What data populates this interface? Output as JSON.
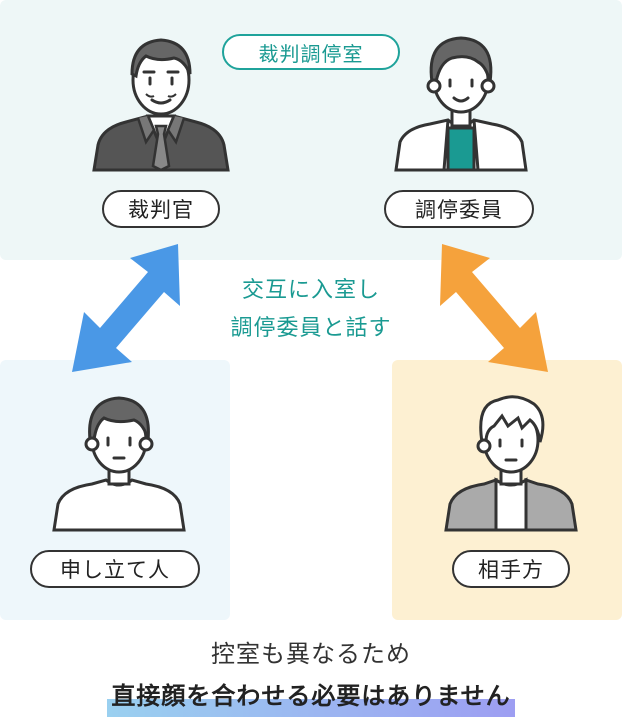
{
  "room": {
    "label": "裁判調停室"
  },
  "people": {
    "judge": "裁判官",
    "mediator": "調停委員",
    "petitioner": "申し立て人",
    "opponent": "相手方"
  },
  "center_note": {
    "line1": "交互に入室し",
    "line2": "調停委員と話す"
  },
  "bottom": {
    "line1": "控室も異なるため",
    "line2": "直接顔を合わせる必要はありません"
  },
  "colors": {
    "teal": "#1a9a92",
    "arrow_left": "#4a98e6",
    "arrow_right": "#f5a23c",
    "panel_top": "#eef7f7",
    "panel_left": "#eef7fb",
    "panel_right": "#fdf0d2"
  }
}
